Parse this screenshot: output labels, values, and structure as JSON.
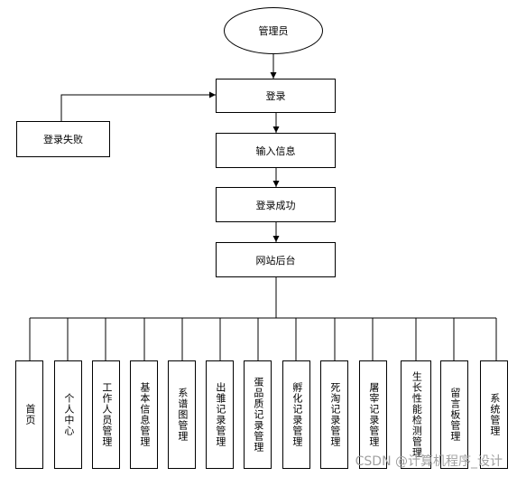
{
  "root": "管理员",
  "login": "登录",
  "login_fail": "登录失败",
  "input_info": "输入信息",
  "login_success": "登录成功",
  "backend": "网站后台",
  "modules": [
    "首页",
    "个人中心",
    "工作人员管理",
    "基本信息管理",
    "系谱图管理",
    "出雏记录管理",
    "蛋品质记录管理",
    "孵化记录管理",
    "死淘记录管理",
    "屠宰记录管理",
    "生长性能检测管理",
    "留言板管理",
    "系统管理"
  ],
  "watermark": "CSDN @计算机程序_设计"
}
